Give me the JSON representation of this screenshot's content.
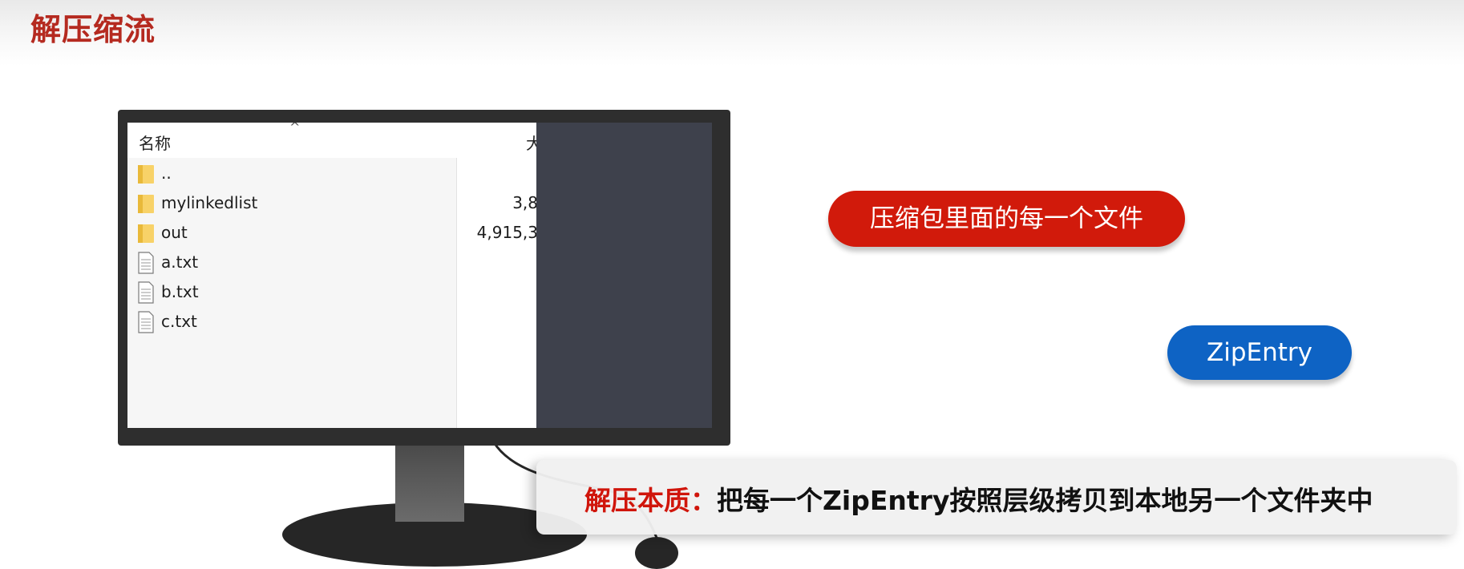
{
  "page": {
    "title": "解压缩流"
  },
  "explorer": {
    "col_name": "名称",
    "col_size_partial": "大",
    "sort_caret": "^",
    "rows": [
      {
        "name": "..",
        "size": "",
        "icon": "folder-icon"
      },
      {
        "name": "mylinkedlist",
        "size": "3,8",
        "icon": "folder-icon"
      },
      {
        "name": "out",
        "size": "4,915,3",
        "icon": "folder-icon"
      },
      {
        "name": "a.txt",
        "size": "",
        "icon": "text-file-icon"
      },
      {
        "name": "b.txt",
        "size": "",
        "icon": "text-file-icon"
      },
      {
        "name": "c.txt",
        "size": "",
        "icon": "text-file-icon"
      }
    ]
  },
  "labels": {
    "red_pill": "压缩包里面的每一个文件",
    "blue_pill": "ZipEntry"
  },
  "caption": {
    "label": "解压本质：",
    "text": "把每一个ZipEntry按照层级拷贝到本地另一个文件夹中"
  },
  "colors": {
    "title": "#b52a20",
    "red_pill": "#d11a0b",
    "blue_pill": "#0e63c4",
    "caption_label": "#d0150b",
    "screen_overlay": "#3e414c"
  }
}
